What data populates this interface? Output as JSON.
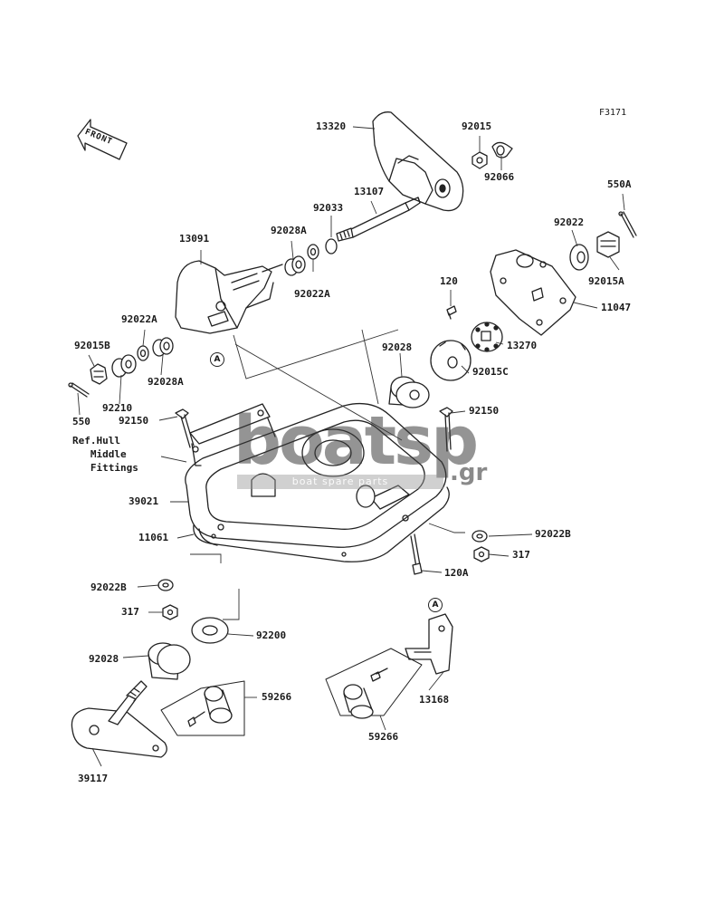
{
  "figure_code": "F3171",
  "front_label": "FRONT",
  "callout_symbol": "A",
  "reference_note": "Ref.Hull\n   Middle\n   Fittings",
  "watermark": {
    "brand": "boatsp",
    "suffix": ".gr",
    "tagline": "boat spare parts"
  },
  "parts": [
    {
      "id": "p13320",
      "number": "13320"
    },
    {
      "id": "p92015",
      "number": "92015"
    },
    {
      "id": "p92066",
      "number": "92066"
    },
    {
      "id": "p550A",
      "number": "550A"
    },
    {
      "id": "p13107",
      "number": "13107"
    },
    {
      "id": "p92033",
      "number": "92033"
    },
    {
      "id": "p92028A_top",
      "number": "92028A"
    },
    {
      "id": "p92022A_top",
      "number": "92022A"
    },
    {
      "id": "p13091",
      "number": "13091"
    },
    {
      "id": "p92022",
      "number": "92022"
    },
    {
      "id": "p92015A",
      "number": "92015A"
    },
    {
      "id": "p11047",
      "number": "11047"
    },
    {
      "id": "p120",
      "number": "120"
    },
    {
      "id": "p13270",
      "number": "13270"
    },
    {
      "id": "p92022A_left",
      "number": "92022A"
    },
    {
      "id": "p92015B",
      "number": "92015B"
    },
    {
      "id": "p92210",
      "number": "92210"
    },
    {
      "id": "p92028A_left",
      "number": "92028A"
    },
    {
      "id": "p92028_mid",
      "number": "92028"
    },
    {
      "id": "p92015C",
      "number": "92015C"
    },
    {
      "id": "p550",
      "number": "550"
    },
    {
      "id": "p92150_left",
      "number": "92150"
    },
    {
      "id": "p92150_right",
      "number": "92150"
    },
    {
      "id": "p39021",
      "number": "39021"
    },
    {
      "id": "p11061",
      "number": "11061"
    },
    {
      "id": "p92022B_right",
      "number": "92022B"
    },
    {
      "id": "p317_right",
      "number": "317"
    },
    {
      "id": "p120A",
      "number": "120A"
    },
    {
      "id": "p92022B_left",
      "number": "92022B"
    },
    {
      "id": "p317_left",
      "number": "317"
    },
    {
      "id": "p92200",
      "number": "92200"
    },
    {
      "id": "p92028_bottom",
      "number": "92028"
    },
    {
      "id": "p59266_left",
      "number": "59266"
    },
    {
      "id": "p39117",
      "number": "39117"
    },
    {
      "id": "p13168",
      "number": "13168"
    },
    {
      "id": "p59266_bottom",
      "number": "59266"
    }
  ]
}
